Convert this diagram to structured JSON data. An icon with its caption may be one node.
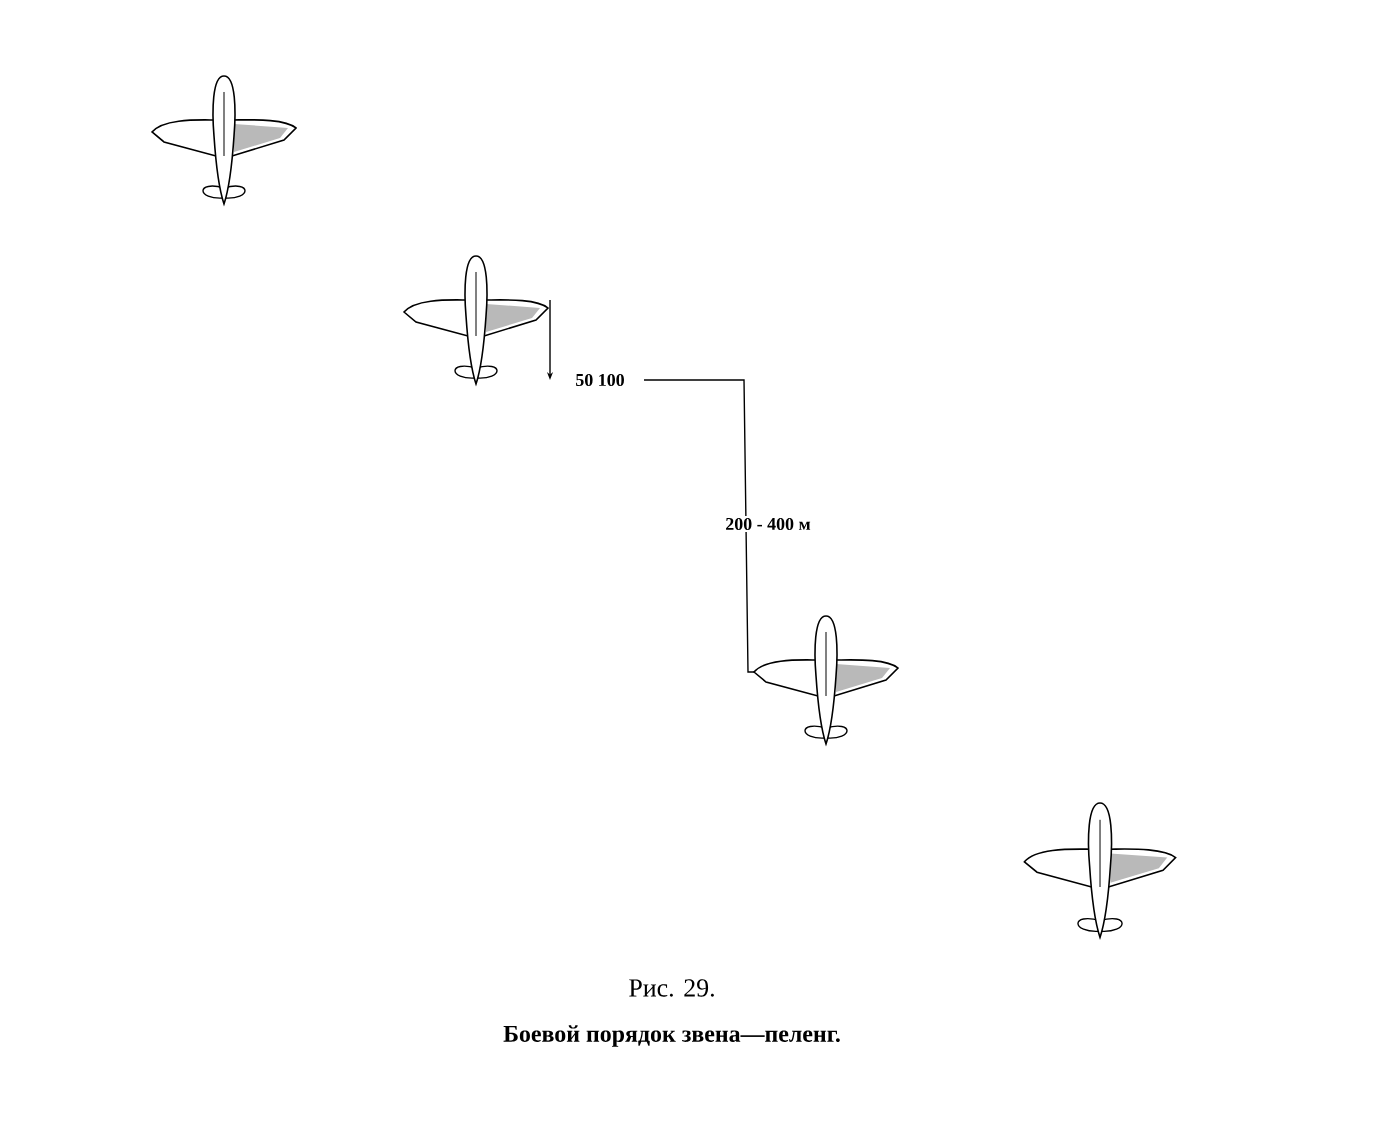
{
  "diagram": {
    "title": "Рис. 29.",
    "caption": "Боевой порядок звена—пеленг.",
    "nodes": [
      {
        "text": [],
        "shape": "picture"
      },
      {
        "text": [],
        "shape": "picture"
      },
      {
        "text": [],
        "shape": "picture"
      },
      {
        "text": [],
        "shape": "picture"
      }
    ],
    "labels": [
      "50 100",
      "200 - 400 м"
    ]
  }
}
